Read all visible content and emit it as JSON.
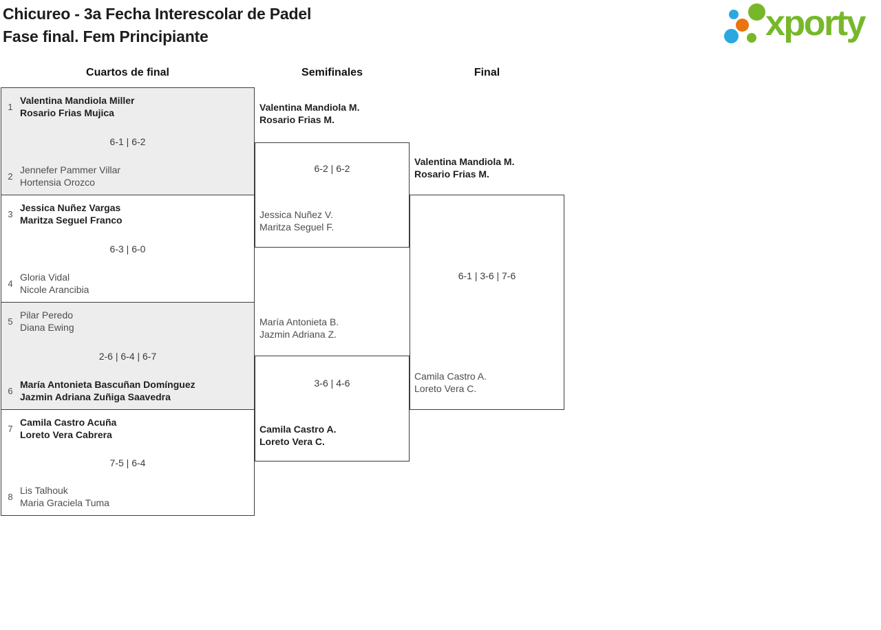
{
  "header": {
    "title_line1": "Chicureo - 3a Fecha Interescolar de Padel",
    "title_line2": "Fase final. Fem Principiante"
  },
  "logo": {
    "wordmark": "xporty",
    "colors": {
      "green": "#77b82a",
      "blue": "#29a9e0",
      "orange": "#e87511"
    }
  },
  "round_headers": [
    {
      "label": "Cuartos de final"
    },
    {
      "label": "Semifinales"
    },
    {
      "label": "Final"
    }
  ],
  "quarterfinals": [
    {
      "seed_top": "1",
      "top": [
        "Valentina Mandiola Miller",
        "Rosario Frias Mujica"
      ],
      "score": "6-1 | 6-2",
      "seed_bottom": "2",
      "bottom": [
        "Jennefer Pammer Villar",
        "Hortensia Orozco"
      ],
      "winner": "top"
    },
    {
      "seed_top": "3",
      "top": [
        "Jessica Nuñez Vargas",
        "Maritza Seguel Franco"
      ],
      "score": "6-3 | 6-0",
      "seed_bottom": "4",
      "bottom": [
        "Gloria Vidal",
        "Nicole Arancibia"
      ],
      "winner": "top"
    },
    {
      "seed_top": "5",
      "top": [
        "Pilar Peredo",
        "Diana Ewing"
      ],
      "score": "2-6 | 6-4 | 6-7",
      "seed_bottom": "6",
      "bottom": [
        "María Antonieta Bascuñan Domínguez",
        "Jazmin Adriana Zuñiga Saavedra"
      ],
      "winner": "bottom"
    },
    {
      "seed_top": "7",
      "top": [
        "Camila Castro Acuña",
        "Loreto Vera Cabrera"
      ],
      "score": "7-5 | 6-4",
      "seed_bottom": "8",
      "bottom": [
        "Lis Talhouk",
        "Maria Graciela Tuma"
      ],
      "winner": "top"
    }
  ],
  "semifinals": [
    {
      "top": [
        "Valentina Mandiola M.",
        "Rosario Frias M."
      ],
      "score": "6-2 | 6-2",
      "bottom": [
        "Jessica Nuñez V.",
        "Maritza Seguel F."
      ],
      "winner": "top"
    },
    {
      "top": [
        "María Antonieta B.",
        "Jazmin Adriana Z."
      ],
      "score": "3-6 | 4-6",
      "bottom": [
        "Camila Castro A.",
        "Loreto Vera C."
      ],
      "winner": "bottom"
    }
  ],
  "final": {
    "top": [
      "Valentina Mandiola M.",
      "Rosario Frias M."
    ],
    "score": "6-1 | 3-6 | 7-6",
    "bottom": [
      "Camila Castro A.",
      "Loreto Vera C."
    ],
    "winner": "top"
  },
  "colors": {
    "shaded_match_bg": "#ededed",
    "border": "#3c3c3c",
    "winner_text": "#1f1f1f",
    "loser_text": "#4d4d4d"
  }
}
